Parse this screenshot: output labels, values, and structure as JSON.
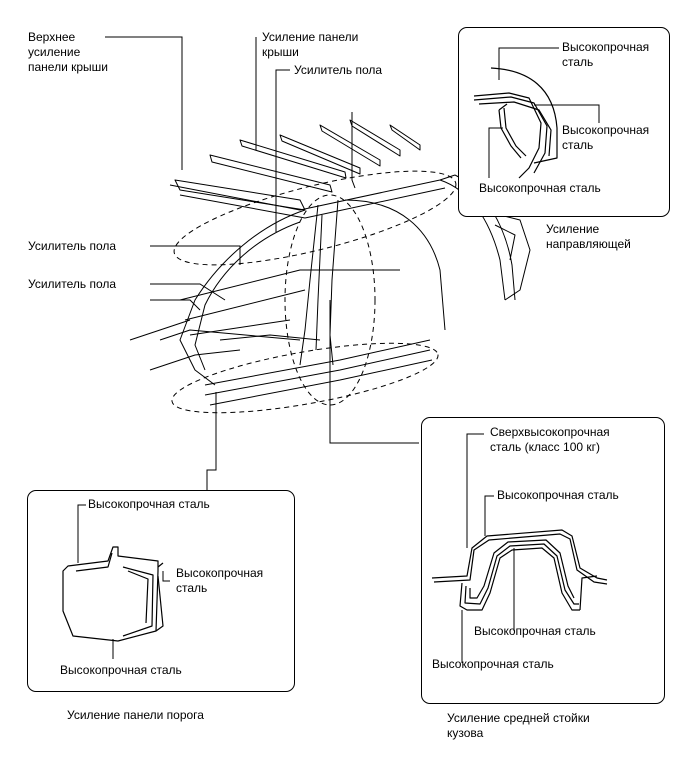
{
  "labels": {
    "top_left": "Верхнее\nусиление\nпанели крыши",
    "roof_panel": "Усиление панели\nкрыши",
    "floor_top": "Усилитель пола",
    "floor_mid": "Усилитель пола",
    "floor_low": "Усилитель пола",
    "guide": "Усиление\nнаправляющей"
  },
  "inset_roof": {
    "l1": "Высокопрочная\nсталь",
    "l2": "Высокопрочная\nсталь",
    "l3": "Высокопрочная сталь"
  },
  "inset_sill": {
    "l1": "Высокопрочная сталь",
    "l2": "Высокопрочная\nсталь",
    "l3": "Высокопрочная сталь",
    "caption": "Усиление панели порога"
  },
  "inset_pillar": {
    "l1": "Сверхвысокопрочная\nсталь (класс 100 кг)",
    "l2": "Высокопрочная сталь",
    "l3": "Высокопрочная сталь",
    "l4": "Высокопрочная сталь",
    "caption": "Усиление средней стойки\nкузова"
  }
}
